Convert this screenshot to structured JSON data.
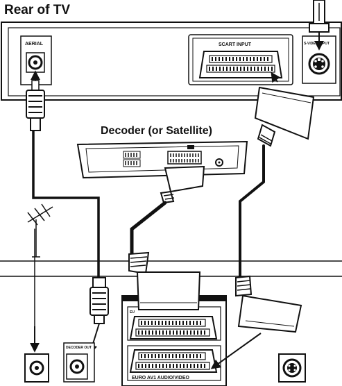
{
  "tv": {
    "title": "Rear of TV",
    "aerial_label": "AERIAL",
    "scart_label": "SCART INPUT",
    "svideo_label": "S-VIDEO INPUT"
  },
  "decoder": {
    "title": "Decoder (or Satellite)"
  },
  "dvd": {
    "euro_label": "EURO AV1 AUDIO/VIDEO",
    "euro_small_label": "EU",
    "rf_out_label": "DECODER OUT"
  },
  "icons": {
    "antenna": "antenna-icon",
    "arrow": "arrow-icon",
    "scart_plug": "scart-plug-icon",
    "svideo_plug": "svideo-plug-icon",
    "coax_plug": "coax-plug-icon"
  }
}
